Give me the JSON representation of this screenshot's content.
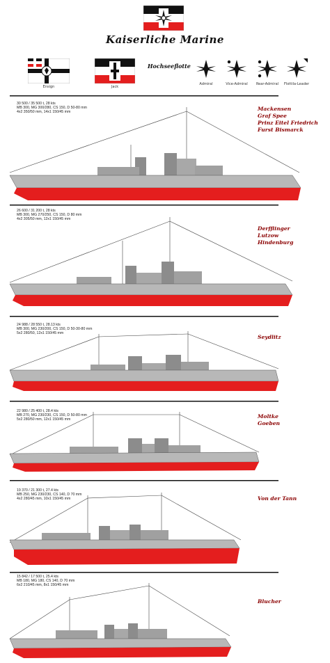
{
  "header": {
    "title": "Kaiserliche Marine",
    "fleet": "Hochseeflotte"
  },
  "flags": [
    {
      "label": "Ensign"
    },
    {
      "label": "Jack"
    },
    {
      "label": "Admiral"
    },
    {
      "label": "Vice-Admiral"
    },
    {
      "label": "Rear-Admiral"
    },
    {
      "label": "Flottila-Leader"
    }
  ],
  "colors": {
    "hull_below": "#e41e1e",
    "hull_above": "#b8b8b8",
    "superstructure": "#8c8c8c",
    "deck": "#d8c9a4",
    "names": "#8b0000"
  },
  "ships": [
    {
      "specs": [
        "30 500 / 35 500 t,    28 kts",
        "MB 300, MG 300/280, CS 150, D 50-80 mm",
        "4x2 350/50 mm, 14x1 150/45 mm"
      ],
      "names": [
        "Mackensen",
        "Graf Spee",
        "Prinz Eitel Friedrich",
        "Furst Bismarck"
      ]
    },
    {
      "specs": [
        "26 600 / 31 200 t,    28 kts",
        "MB 300, MG 270/250, CS 150, D 80 mm",
        "4x2 305/50 mm, 12x1 150/45 mm"
      ],
      "names": [
        "Derfflinger",
        "Lutzow",
        "Hindenburg"
      ]
    },
    {
      "specs": [
        "24 988 / 28 550 t,    28.13 kts",
        "MB 300, MG 230/200, CS 150, D 50-30-80 mm",
        "5x2 280/50, 12x1 150/45 mm"
      ],
      "names": [
        "Seydlitz"
      ]
    },
    {
      "specs": [
        "22 980 / 25 400 t,    28.4 kts",
        "MB 270, MG 230/230, CS 150, D 50-80 mm",
        "5x2 280/50 mm, 12x1 150/45 mm"
      ],
      "names": [
        "Moltke",
        "Goeben"
      ]
    },
    {
      "specs": [
        "19 370 / 21 300 t,    27.4 kts",
        "MB 250, MG 230/230, CS 140, D 70 mm",
        "4x2 280/45 mm, 10x1 150/45 mm"
      ],
      "names": [
        "Von der Tann"
      ]
    },
    {
      "specs": [
        "15 842 / 17 500 t,    25.4 kts",
        "MB 180, MG 180, CS 140, D 70 mm",
        "6x2 210/45 mm, 8x1 150/45 mm"
      ],
      "names": [
        "Blucher"
      ]
    }
  ]
}
